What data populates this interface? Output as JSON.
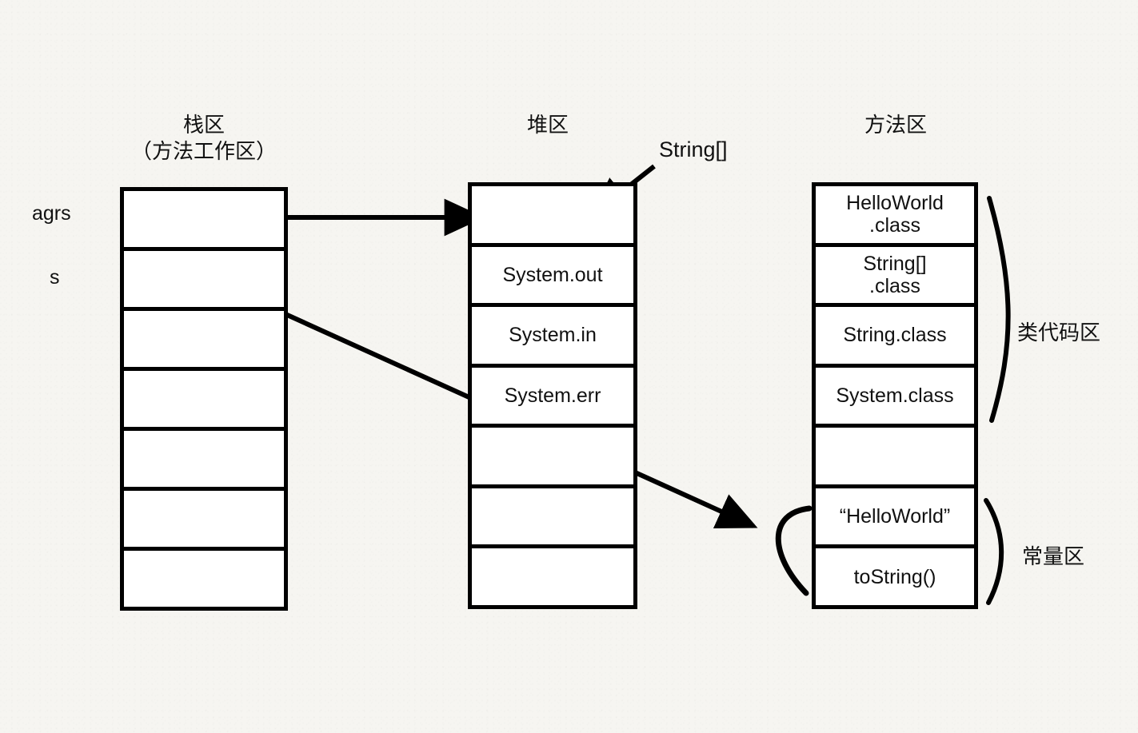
{
  "diagram": {
    "title_stack": "栈区\n（方法工作区）",
    "title_heap": "堆区",
    "title_method": "方法区",
    "stack_labels": {
      "args": "agrs",
      "s": "s"
    },
    "callouts": {
      "string_array": "String[]"
    },
    "group_labels": {
      "class_code_area": "类代码区",
      "constant_area": "常量区"
    },
    "stack_cells": [
      "",
      "",
      "",
      "",
      "",
      "",
      ""
    ],
    "heap_cells": [
      "",
      "System.out",
      "System.in",
      "System.err",
      "",
      "",
      ""
    ],
    "method_cells": [
      "HelloWorld\n.class",
      "String[]\n.class",
      "String.class",
      "System.class",
      "",
      "“HelloWorld”",
      "toString()"
    ],
    "colors": {
      "background": "#f6f5f1",
      "stroke": "#000000",
      "cell_fill": "#ffffff",
      "text": "#111111"
    }
  }
}
